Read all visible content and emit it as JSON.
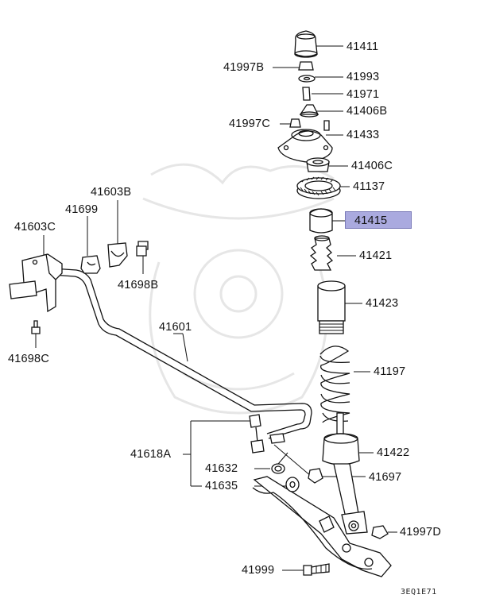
{
  "diagram": {
    "labels": {
      "p41411": "41411",
      "p41997B": "41997B",
      "p41993": "41993",
      "p41971": "41971",
      "p41406B": "41406B",
      "p41997C": "41997C",
      "p41433": "41433",
      "p41406C": "41406C",
      "p41137": "41137",
      "p41415": "41415",
      "p41421": "41421",
      "p41423": "41423",
      "p41197": "41197",
      "p41422": "41422",
      "p41697": "41697",
      "p41997D": "41997D",
      "p41999": "41999",
      "p41601": "41601",
      "p41603B": "41603B",
      "p41699": "41699",
      "p41603C": "41603C",
      "p41698B": "41698B",
      "p41698C": "41698C",
      "p41618A": "41618A",
      "p41632": "41632",
      "p41635": "41635"
    },
    "highlighted_part": "41415",
    "highlight_color": "#aaaadf",
    "drawing_code": "3EQ1E71"
  }
}
